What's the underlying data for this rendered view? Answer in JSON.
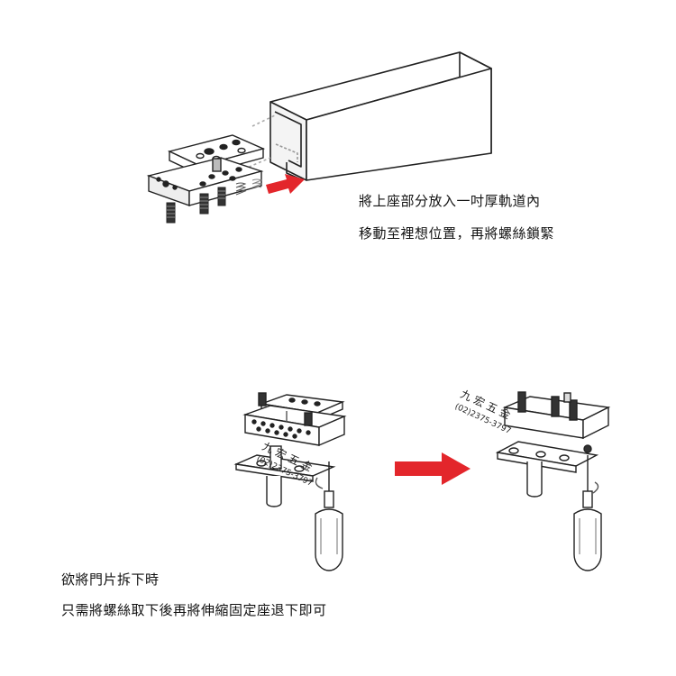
{
  "step1": {
    "line1": "將上座部分放入一吋厚軌道內",
    "line2": "移動至裡想位置，再將螺絲鎖緊"
  },
  "step2": {
    "line1": "欲將門片拆下時",
    "line2": "只需將螺絲取下後再將伸縮固定座退下即可"
  },
  "watermark": {
    "name": "九 宏 五 金",
    "phone": "(02)2375-3797"
  },
  "colors": {
    "arrow": "#e3262b",
    "line": "#222222"
  }
}
